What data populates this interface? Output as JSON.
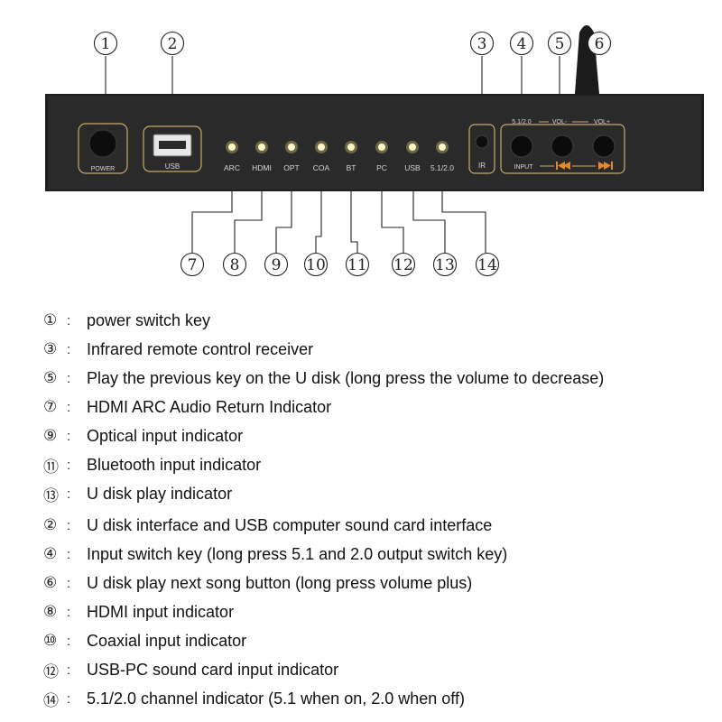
{
  "device": {
    "power_label": "POWER",
    "usb_label": "USB",
    "ir_label": "IR",
    "input_label": "INPUT",
    "label_5120": "5.1/2.0",
    "vol_minus": "VOL-",
    "vol_plus": "VOL+",
    "indicators": [
      "ARC",
      "HDMI",
      "OPT",
      "COA",
      "BT",
      "PC",
      "USB",
      "5.1/2.0"
    ]
  },
  "callouts": {
    "top": [
      "1",
      "2",
      "3",
      "4",
      "5",
      "6"
    ],
    "bottom": [
      "7",
      "8",
      "9",
      "10",
      "11",
      "12",
      "13",
      "14"
    ]
  },
  "legend": [
    {
      "num": "①",
      "text": "power switch key"
    },
    {
      "num": "③",
      "text": "Infrared remote control receiver"
    },
    {
      "num": "⑤",
      "text": "Play the previous key on the U disk (long press the volume to decrease)"
    },
    {
      "num": "⑦",
      "text": "HDMI ARC Audio Return Indicator"
    },
    {
      "num": "⑨",
      "text": "Optical input indicator"
    },
    {
      "num": "⑪",
      "text": "Bluetooth input indicator"
    },
    {
      "num": "⑬",
      "text": "U disk play indicator"
    },
    {
      "num": "②",
      "text": "U disk interface and USB computer sound card interface"
    },
    {
      "num": "④",
      "text": "Input switch key (long press 5.1 and 2.0 output switch key)"
    },
    {
      "num": "⑥",
      "text": "U disk play next song button (long press volume plus)"
    },
    {
      "num": "⑧",
      "text": "HDMI input indicator"
    },
    {
      "num": "⑩",
      "text": "Coaxial input indicator"
    },
    {
      "num": "⑫",
      "text": "USB-PC sound card input indicator"
    },
    {
      "num": "⑭",
      "text": "5.1/2.0 channel indicator (5.1 when on, 2.0 when off)"
    }
  ]
}
